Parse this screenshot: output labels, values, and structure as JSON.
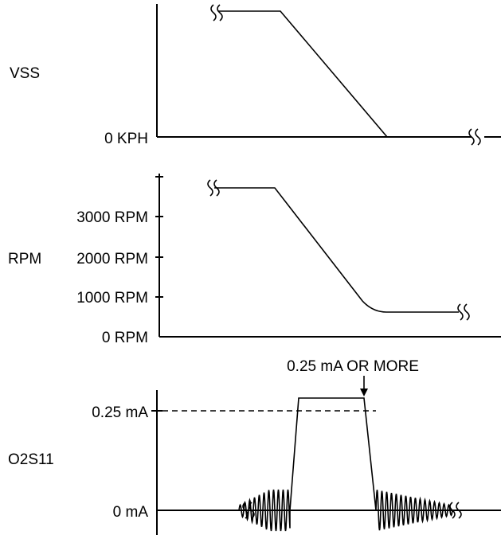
{
  "panels": {
    "vss": {
      "label": "VSS",
      "ticks": [
        {
          "text": "0 KPH",
          "value": 0
        }
      ]
    },
    "rpm": {
      "label": "RPM",
      "ticks": [
        {
          "text": "3000 RPM",
          "value": 3000
        },
        {
          "text": "2000 RPM",
          "value": 2000
        },
        {
          "text": "1000 RPM",
          "value": 1000
        },
        {
          "text": "0 RPM",
          "value": 0
        }
      ]
    },
    "o2s": {
      "label": "O2S11",
      "ticks": [
        {
          "text": "0.25 mA",
          "value": 0.25
        },
        {
          "text": "0 mA",
          "value": 0
        }
      ],
      "annotation": "0.25 mA OR MORE"
    }
  }
}
